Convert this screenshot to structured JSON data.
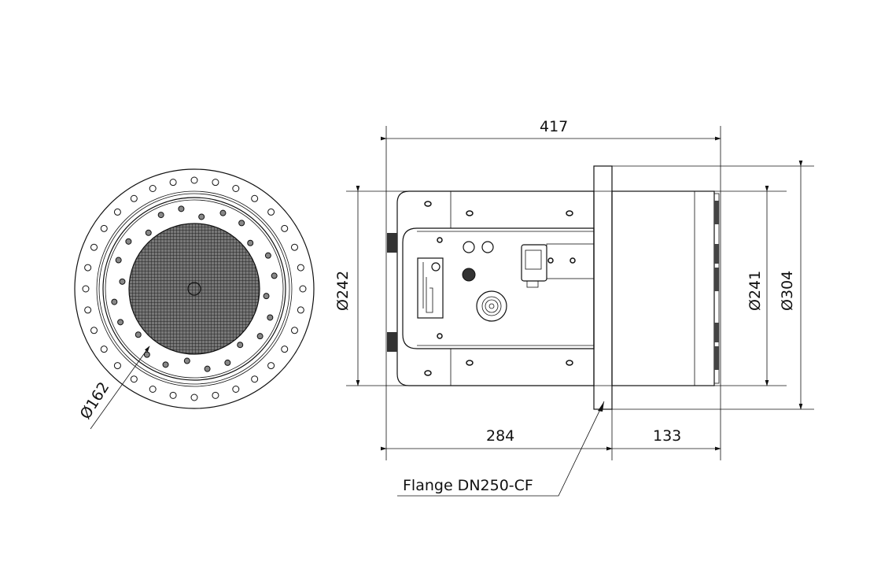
{
  "dimensions": {
    "overall_length": "417",
    "body_diameter": "Ø242",
    "mesh_diameter": "Ø162",
    "inner_diameter": "Ø241",
    "flange_diameter": "Ø304",
    "body_length": "284",
    "front_length": "133"
  },
  "callouts": {
    "flange": "Flange DN250-CF"
  },
  "colors": {
    "line": "#111111",
    "mesh": "#555555",
    "background": "#ffffff"
  }
}
